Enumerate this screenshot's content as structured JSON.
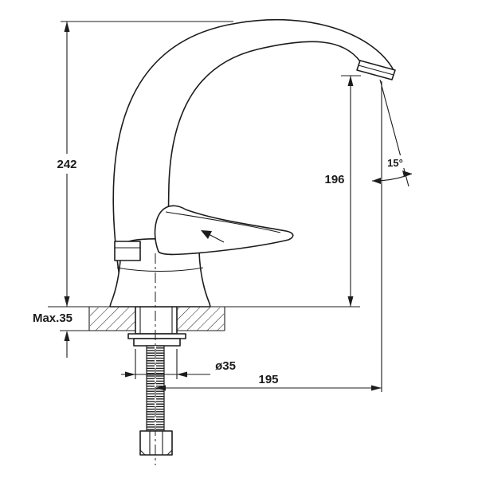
{
  "labels": {
    "total_height": "242",
    "spout_height": "196",
    "spout_angle": "15°",
    "max_counter_thickness": "Max.35",
    "hole_diameter": "ø35",
    "spout_reach": "195"
  },
  "colors": {
    "line": "#1c1c1c",
    "background": "#ffffff"
  }
}
